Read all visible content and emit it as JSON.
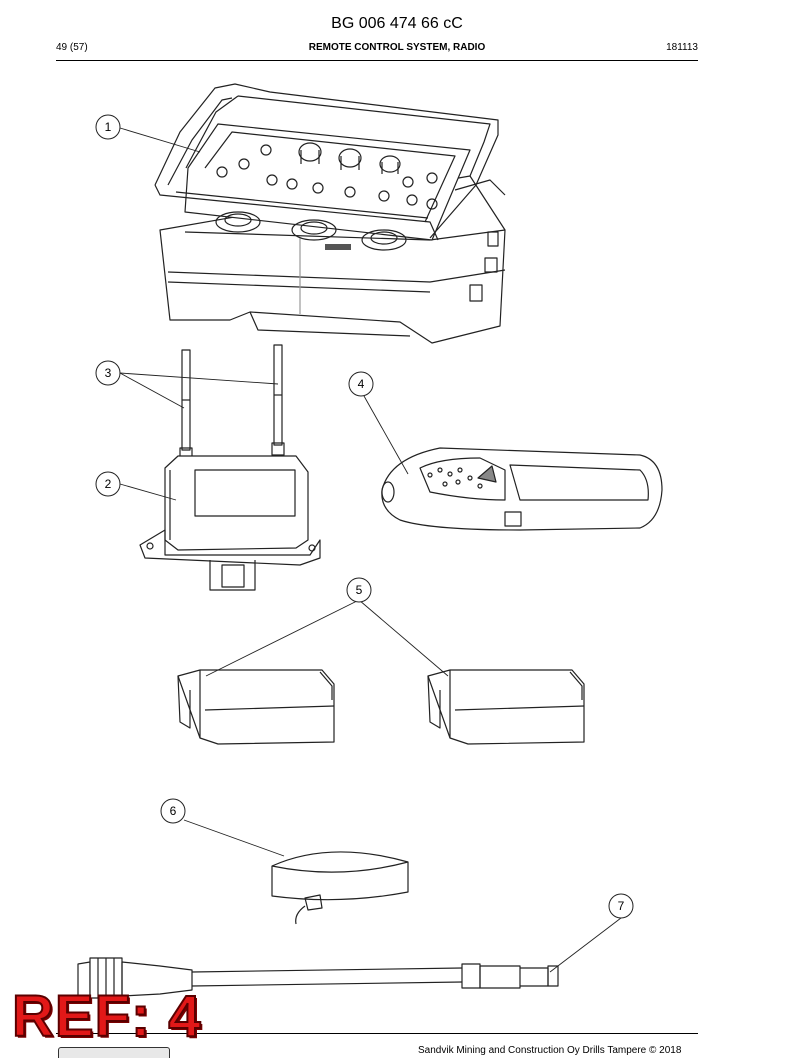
{
  "header": {
    "document_code": "BG 006 474 66 cC",
    "page": "49 (57)",
    "section_title": "REMOTE CONTROL SYSTEM, RADIO",
    "date_code": "181113"
  },
  "callouts": [
    "1",
    "2",
    "3",
    "4",
    "5",
    "6",
    "7"
  ],
  "stamp": "REF: 4",
  "footer": {
    "copyright": "Sandvik Mining and Construction Oy Drills Tampere © 2018"
  }
}
